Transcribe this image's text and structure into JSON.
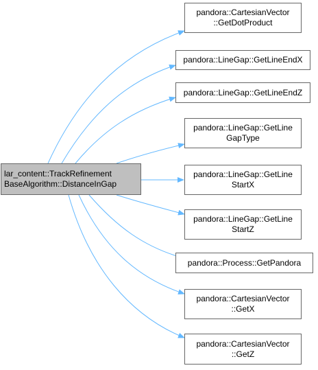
{
  "root": {
    "line1": "lar_content::TrackRefinement",
    "line2": "BaseAlgorithm::DistanceInGap"
  },
  "targets": [
    {
      "line1": "pandora::CartesianVector",
      "line2": "::GetDotProduct"
    },
    {
      "line1": "pandora::LineGap::GetLineEndX",
      "line2": ""
    },
    {
      "line1": "pandora::LineGap::GetLineEndZ",
      "line2": ""
    },
    {
      "line1": "pandora::LineGap::GetLine",
      "line2": "GapType"
    },
    {
      "line1": "pandora::LineGap::GetLine",
      "line2": "StartX"
    },
    {
      "line1": "pandora::LineGap::GetLine",
      "line2": "StartZ"
    },
    {
      "line1": "pandora::Process::GetPandora",
      "line2": ""
    },
    {
      "line1": "pandora::CartesianVector",
      "line2": "::GetX"
    },
    {
      "line1": "pandora::CartesianVector",
      "line2": "::GetZ"
    }
  ],
  "colors": {
    "edge": "#63b8ff",
    "root_fill": "#bfbfbf",
    "border": "#666666"
  }
}
